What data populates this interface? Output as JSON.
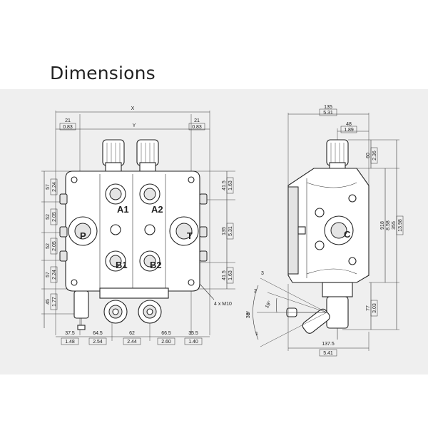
{
  "page": {
    "title": "Dimensions"
  },
  "front_view": {
    "overall": {
      "x_label": "X",
      "y_label": "Y"
    },
    "top": [
      {
        "mm": "21",
        "in": "0.83"
      },
      {
        "mm": "21",
        "in": "0.83"
      }
    ],
    "left": [
      {
        "mm": "57",
        "in": "2.24"
      },
      {
        "mm": "52",
        "in": "2.05"
      },
      {
        "mm": "52",
        "in": "2.05"
      },
      {
        "mm": "57",
        "in": "2.24"
      },
      {
        "mm": "45",
        "in": "1.77"
      }
    ],
    "right": [
      {
        "mm": "41.5",
        "in": "1.63"
      },
      {
        "mm": "135",
        "in": "5.31"
      },
      {
        "mm": "41.5",
        "in": "1.63"
      }
    ],
    "bottom": [
      {
        "mm": "37.5",
        "in": "1.48"
      },
      {
        "mm": "64.5",
        "in": "2.54"
      },
      {
        "mm": "62",
        "in": "2.44"
      },
      {
        "mm": "66.5",
        "in": "2.60"
      },
      {
        "mm": "35.5",
        "in": "1.40"
      }
    ],
    "ports": {
      "p": "P",
      "t": "T",
      "a1": "A1",
      "a2": "A2",
      "b1": "B1",
      "b2": "B2"
    },
    "mounting": "4 x M10"
  },
  "side_view": {
    "top": [
      {
        "mm": "135",
        "in": "5.31"
      },
      {
        "mm": "48",
        "in": "1.89"
      }
    ],
    "right": [
      {
        "mm": "60",
        "in": "2.36"
      },
      {
        "mm": "918",
        "in": "8.58"
      },
      {
        "mm": "355",
        "in": "13.98"
      },
      {
        "mm": "77",
        "in": "3.03"
      }
    ],
    "bottom": [
      {
        "mm": "137.5",
        "in": "5.41"
      }
    ],
    "port": "C",
    "lever": {
      "angle_a": "38°",
      "angle_b": "19°",
      "positions": [
        "0",
        "1",
        "2",
        "3"
      ]
    }
  }
}
